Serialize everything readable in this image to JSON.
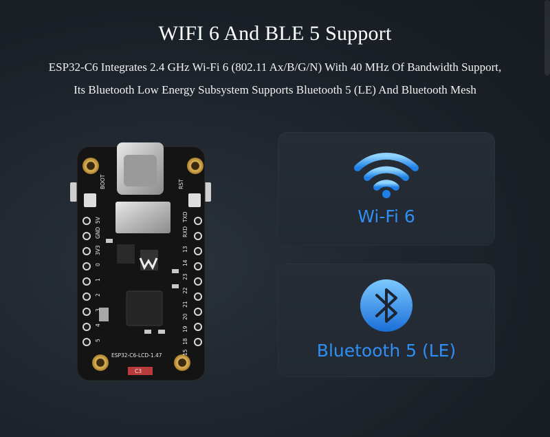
{
  "header": {
    "title": "WIFI 6 And BLE 5 Support",
    "description_line1": "ESP32-C6 Integrates 2.4 GHz Wi-Fi 6 (802.11 Ax/B/G/N) With 40 MHz Of Bandwidth Support,",
    "description_line2": "Its Bluetooth Low Energy Subsystem Supports Bluetooth 5 (LE) And Bluetooth Mesh"
  },
  "board": {
    "label": "ESP32-C6-LCD-1.47",
    "chip_label": "C3",
    "buttons": [
      "BOOT",
      "RST"
    ],
    "left_pins": [
      "5V",
      "GND",
      "3V3",
      "0",
      "1",
      "2",
      "3",
      "4",
      "5"
    ],
    "right_pins": [
      "TXD",
      "RXD",
      "13",
      "14",
      "23",
      "22",
      "21",
      "20",
      "19",
      "18",
      "15"
    ]
  },
  "features": [
    {
      "label": "Wi-Fi 6",
      "icon": "wifi-icon"
    },
    {
      "label": "Bluetooth 5 (LE)",
      "icon": "bluetooth-icon"
    }
  ],
  "colors": {
    "accent": "#2f8ff2",
    "board": "#1a1a1a",
    "gold": "#c9a24a"
  }
}
